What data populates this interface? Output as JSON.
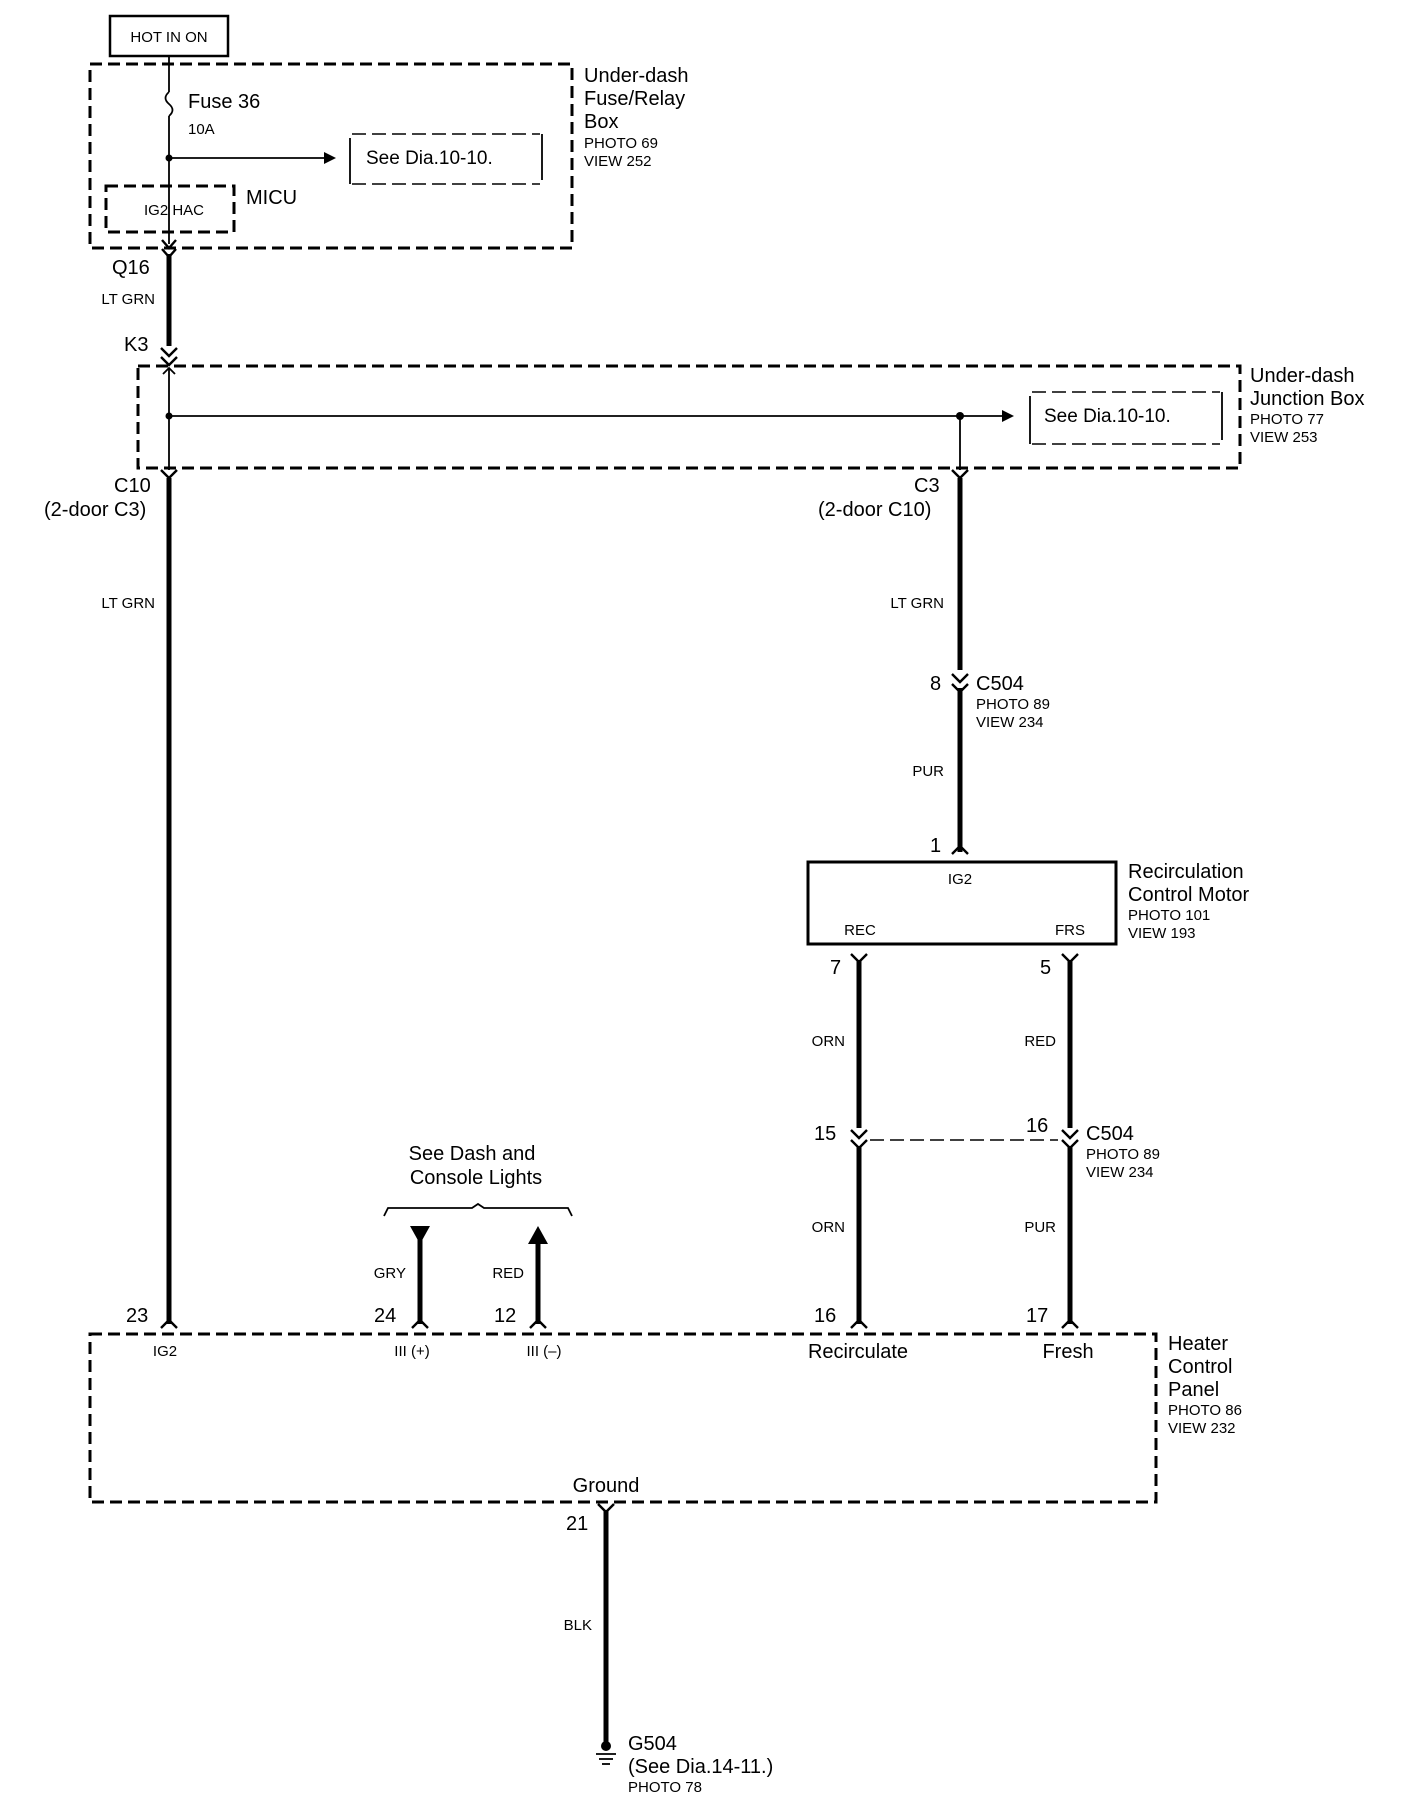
{
  "power_source": {
    "label": "HOT IN ON"
  },
  "fuse_box": {
    "title_lines": [
      "Under-dash",
      "Fuse/Relay",
      "Box"
    ],
    "photo": "PHOTO 69",
    "view": "VIEW 252",
    "fuse_name": "Fuse 36",
    "fuse_rating": "10A",
    "see_ref": "See Dia.10-10.",
    "micu_label": "MICU",
    "ig2_hac": "IG2 HAC"
  },
  "junction_box": {
    "title_lines": [
      "Under-dash",
      "Junction Box"
    ],
    "photo": "PHOTO 77",
    "view": "VIEW 253",
    "see_ref": "See Dia.10-10."
  },
  "connectors": {
    "q16": "Q16",
    "k3": "K3",
    "c10": "C10",
    "c10_alt": "(2-door C3)",
    "c3": "C3",
    "c3_alt": "(2-door C10)",
    "c504_a": {
      "name": "C504",
      "photo": "PHOTO 89",
      "view": "VIEW 234",
      "pin": "8"
    },
    "c504_b": {
      "name": "C504",
      "photo": "PHOTO 89",
      "view": "VIEW 234",
      "pin_left": "15",
      "pin_right": "16"
    }
  },
  "wires": {
    "ltgrn_1": "LT GRN",
    "ltgrn_2": "LT GRN",
    "ltgrn_3": "LT GRN",
    "pur_1": "PUR",
    "orn_1": "ORN",
    "red_1": "RED",
    "orn_2": "ORN",
    "pur_2": "PUR",
    "gry": "GRY",
    "red_2": "RED",
    "blk": "BLK"
  },
  "motor": {
    "title_lines": [
      "Recirculation",
      "Control Motor"
    ],
    "photo": "PHOTO 101",
    "view": "VIEW 193",
    "ig2": "IG2",
    "rec": "REC",
    "frs": "FRS",
    "pin_ig2": "1",
    "pin_rec": "7",
    "pin_frs": "5"
  },
  "dash_lights": {
    "lines": [
      "See Dash and",
      "Console Lights"
    ]
  },
  "heater_panel": {
    "title_lines": [
      "Heater",
      "Control",
      "Panel"
    ],
    "photo": "PHOTO 86",
    "view": "VIEW 232",
    "pins": [
      "23",
      "24",
      "12",
      "16",
      "17"
    ],
    "pin_labels": [
      "IG2",
      "III (+)",
      "III (–)",
      "Recirculate",
      "Fresh"
    ],
    "ground_label": "Ground",
    "ground_pin": "21"
  },
  "ground": {
    "name": "G504",
    "ref": "(See Dia.14-11.)",
    "photo": "PHOTO 78"
  }
}
